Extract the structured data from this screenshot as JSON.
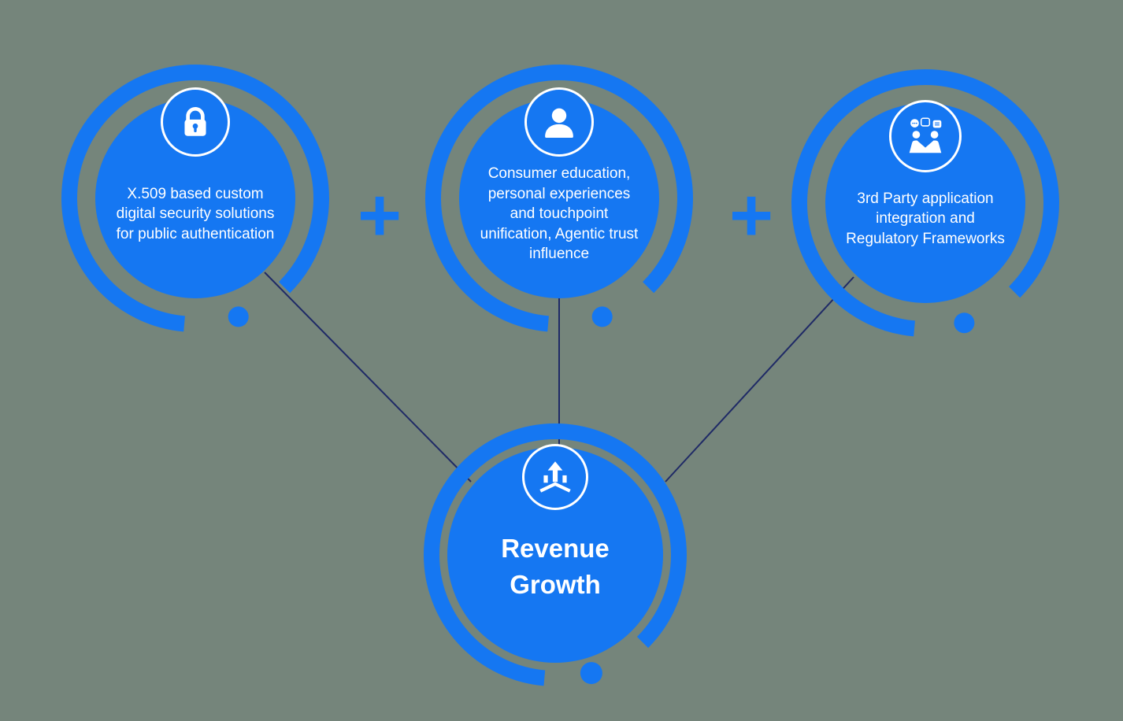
{
  "canvas": {
    "background_color": "#75857B",
    "accent_color": "#1577F2",
    "connector_color": "#1f2a66"
  },
  "nodes": [
    {
      "id": "security",
      "icon": "lock-icon",
      "text": "X.509 based custom digital security solutions for public authentication"
    },
    {
      "id": "consumer",
      "icon": "person-icon",
      "text": "Consumer education, personal experiences and touchpoint unification, Agentic trust influence"
    },
    {
      "id": "integration",
      "icon": "partnership-icon",
      "text": "3rd Party application integration and Regulatory Frameworks"
    },
    {
      "id": "revenue-growth",
      "icon": "growth-arrow-icon",
      "text": "Revenue Growth"
    }
  ],
  "operators": [
    "+",
    "+"
  ]
}
